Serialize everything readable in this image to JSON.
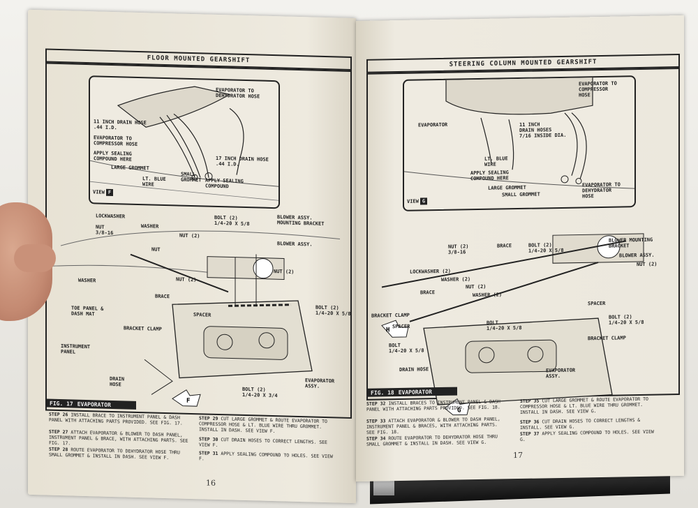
{
  "left_page": {
    "header": "FLOOR MOUNTED GEARSHIFT",
    "view_label": "VIEW",
    "view_letter": "F",
    "inset_labels": {
      "evap_dehyd": "EVAPORATOR TO\nDEHYDRATOR HOSE",
      "drain11": "11 INCH DRAIN HOSE\n.44 I.D.",
      "evap_comp": "EVAPORATOR TO\nCOMPRESSOR HOSE",
      "seal": "APPLY SEALING\nCOMPOUND HERE",
      "large_grommet": "LARGE GROMMET",
      "blue_wire": "LT. BLUE\nWIRE",
      "small_grommet": "SMALL\nGROMMET",
      "apply_seal": "APPLY SEALING\nCOMPOUND",
      "drain17": "17 INCH DRAIN HOSE\n.44 I.D."
    },
    "main_labels": {
      "lockwasher": "LOCKWASHER",
      "nut_3818": "NUT\n3/8-16",
      "washer": "WASHER",
      "nut2": "NUT (2)",
      "nut": "NUT",
      "bolt2": "BOLT (2)\n1/4-20 X 5/8",
      "blower_bracket": "BLOWER ASSY.\nMOUNTING BRACKET",
      "blower_assy": "BLOWER ASSY.",
      "washer2": "WASHER",
      "nut2b": "NUT (2)",
      "nut2c": "NUT (2)",
      "toe_panel": "TOE PANEL &\nDASH MAT",
      "brace": "BRACE",
      "spacer": "SPACER",
      "bolt_58": "BOLT (2)\n1/4-20 X 5/8",
      "bracket_clamp": "BRACKET CLAMP",
      "instrument_panel": "INSTRUMENT\nPANEL",
      "drain_hose": "DRAIN\nHOSE",
      "bolt_34": "BOLT (2)\n1/4-20 X 3/4",
      "evap_assy": "EVAPORATOR\nASSY."
    },
    "figure_number": "FIG. 17",
    "figure_title": "EVAPORATOR",
    "steps": [
      {
        "num": "STEP 26",
        "text": "INSTALL BRACE TO INSTRUMENT PANEL & DASH PANEL WITH ATTACHING PARTS PROVIDED. SEE FIG. 17."
      },
      {
        "num": "STEP 27",
        "text": "ATTACH EVAPORATOR & BLOWER TO DASH PANEL, INSTRUMENT PANEL & BRACE, WITH ATTACHING PARTS. SEE FIG. 17."
      },
      {
        "num": "STEP 28",
        "text": "ROUTE EVAPORATOR TO DEHYDRATOR HOSE THRU SMALL GROMMET & INSTALL IN DASH. SEE VIEW F."
      },
      {
        "num": "STEP 29",
        "text": "CUT LARGE GROMMET & ROUTE EVAPORATOR TO COMPRESSOR HOSE & LT. BLUE WIRE THRU GROMMET. INSTALL IN DASH. SEE VIEW F."
      },
      {
        "num": "STEP 30",
        "text": "CUT DRAIN HOSES TO CORRECT LENGTHS. SEE VIEW F."
      },
      {
        "num": "STEP 31",
        "text": "APPLY SEALING COMPOUND TO HOLES. SEE VIEW F."
      }
    ],
    "page_number": "16"
  },
  "right_page": {
    "header": "STEERING COLUMN MOUNTED GEARSHIFT",
    "view_label": "VIEW",
    "view_letter": "G",
    "inset_labels": {
      "evap_comp": "EVAPORATOR TO\nCOMPRESSOR\nHOSE",
      "evaporator": "EVAPORATOR",
      "drain": "11 INCH\nDRAIN HOSES\n7/16 INSIDE DIA.",
      "blue_wire": "LT. BLUE\nWIRE",
      "seal": "APPLY SEALING\nCOMPOUND HERE",
      "large_grommet": "LARGE GROMMET",
      "small_grommet": "SMALL GROMMET",
      "evap_dehyd": "EVAPORATOR TO\nDEHYDRATOR\nHOSE"
    },
    "main_labels": {
      "nut_3818": "NUT (2)\n3/8-16",
      "brace": "BRACE",
      "bolt_58": "BOLT (2)\n1/4-20 X 5/8",
      "blower_bracket": "BLOWER MOUNTING\nBRACKET",
      "blower_assy": "BLOWER ASSY.",
      "nut2": "NUT (2)",
      "lockwasher": "LOCKWASHER (2)",
      "washer2": "WASHER (2)",
      "nut2b": "NUT (2)",
      "washer2b": "WASHER (2)",
      "brace2": "BRACE",
      "spacer": "SPACER",
      "bracket_clamp": "BRACKET CLAMP",
      "spacer2": "SPACER",
      "bolt_58b": "BOLT\n1/4-20 X 5/8",
      "bolt2": "BOLT (2)\n1/4-20 X 5/8",
      "bolt_58c": "BOLT\n1/4-20 X 5/8",
      "bracket_clamp2": "BRACKET CLAMP",
      "drain_hose": "DRAIN HOSE",
      "evap_assy": "EVAPORATOR\nASSY."
    },
    "figure_number": "FIG. 18",
    "figure_title": "EVAPORATOR",
    "steps": [
      {
        "num": "STEP 32",
        "text": "INSTALL BRACES TO INSTRUMENT PANEL & DASH PANEL WITH ATTACHING PARTS PROVIDED. SEE FIG. 18."
      },
      {
        "num": "STEP 33",
        "text": "ATTACH EVAPORATOR & BLOWER TO DASH PANEL, INSTRUMENT PANEL & BRACES, WITH ATTACHING PARTS. SEE FIG. 18."
      },
      {
        "num": "STEP 34",
        "text": "ROUTE EVAPORATOR TO DEHYDRATOR HOSE THRU SMALL GROMMET & INSTALL IN DASH. SEE VIEW G."
      },
      {
        "num": "STEP 35",
        "text": "CUT LARGE GROMMET & ROUTE EVAPORATOR TO COMPRESSOR HOSE & LT. BLUE WIRE THRU GROMMET. INSTALL IN DASH. SEE VIEW G."
      },
      {
        "num": "STEP 36",
        "text": "CUT DRAIN HOSES TO CORRECT LENGTHS & INSTALL. SEE VIEW G."
      },
      {
        "num": "STEP 37",
        "text": "APPLY SEALING COMPOUND TO HOLES. SEE VIEW G."
      }
    ],
    "page_number": "17"
  },
  "arrows": {
    "left": "F",
    "right": "G",
    "right_h": "H"
  }
}
